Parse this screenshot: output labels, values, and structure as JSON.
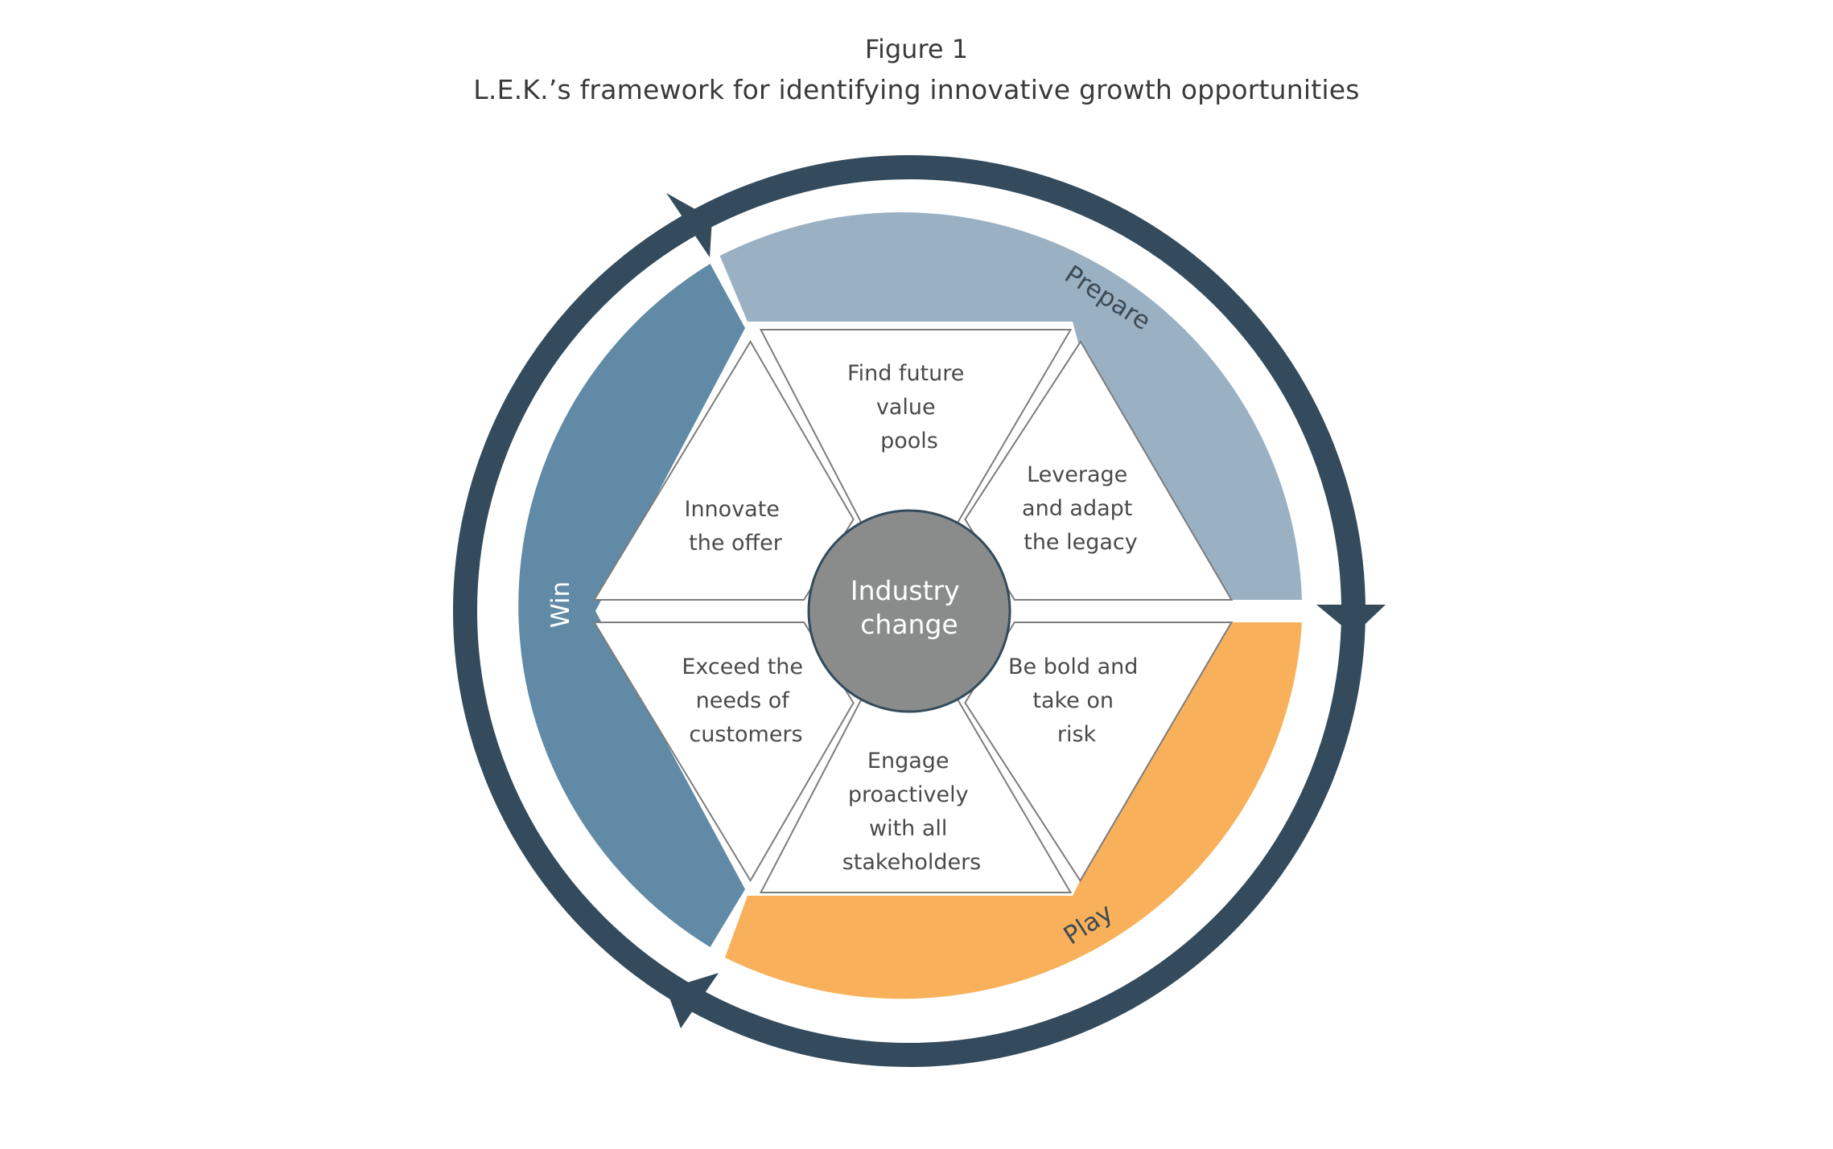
{
  "figure": {
    "label": "Figure 1",
    "title": "L.E.K.’s framework for identifying innovative growth opportunities"
  },
  "center": {
    "lines": [
      "Industry",
      "change"
    ]
  },
  "segments": [
    {
      "id": "find-future-value-pools",
      "lines": [
        "Find future",
        "value",
        "pools"
      ]
    },
    {
      "id": "leverage-and-adapt-the-legacy",
      "lines": [
        "Leverage",
        "and adapt",
        "the legacy"
      ]
    },
    {
      "id": "be-bold-and-take-on-risk",
      "lines": [
        "Be bold and",
        "take on",
        "risk"
      ]
    },
    {
      "id": "engage-proactively-with-all-stakeholders",
      "lines": [
        "Engage",
        "proactively",
        "with all",
        "stakeholders"
      ]
    },
    {
      "id": "exceed-the-needs-of-customers",
      "lines": [
        "Exceed the",
        "needs of",
        "customers"
      ]
    },
    {
      "id": "innovate-the-offer",
      "lines": [
        "Innovate",
        "the offer"
      ]
    }
  ],
  "phases": [
    {
      "id": "prepare",
      "label": "Prepare"
    },
    {
      "id": "play",
      "label": "Play"
    },
    {
      "id": "win",
      "label": "Win"
    }
  ],
  "colors": {
    "outer_ring": "#334b5c",
    "prepare": "#9ab1c4",
    "play": "#f8b15a",
    "win": "#608aa5",
    "center": "#8a8c8c",
    "segment_border": "#7d7d7d",
    "segment_fill": "#ffffff"
  }
}
